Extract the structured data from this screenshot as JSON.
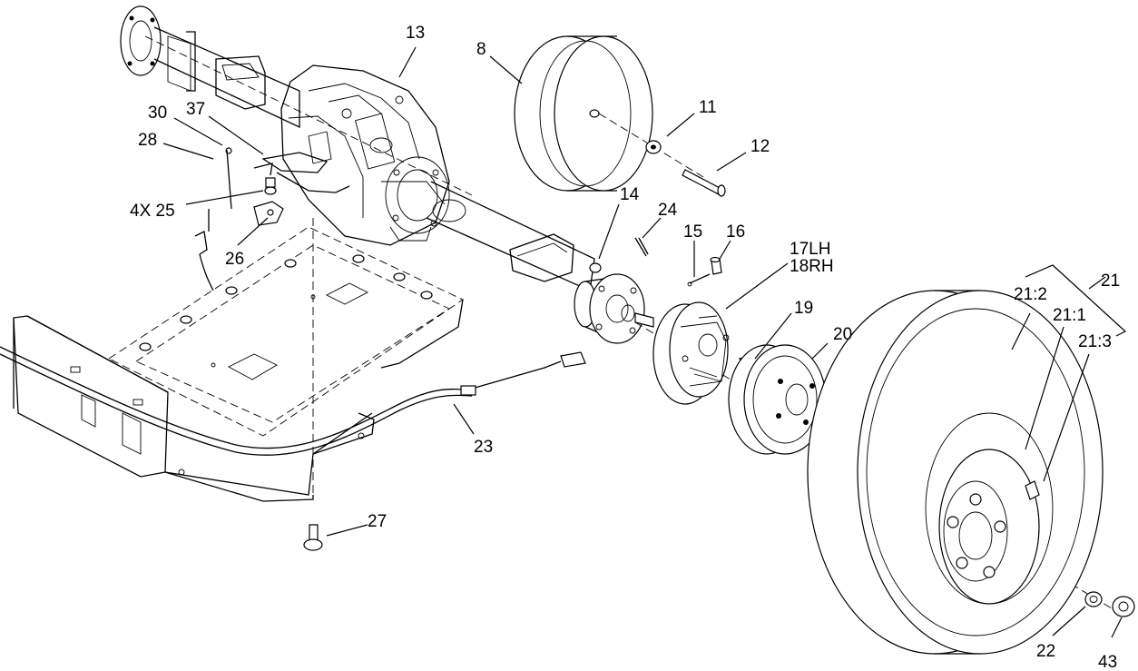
{
  "callouts": {
    "c13": "13",
    "c8": "8",
    "c11": "11",
    "c12": "12",
    "c30": "30",
    "c37": "37",
    "c28": "28",
    "c4x25": "4X 25",
    "c26": "26",
    "c14": "14",
    "c24": "24",
    "c15": "15",
    "c16": "16",
    "c17lh": "17LH",
    "c18rh": "18RH",
    "c19": "19",
    "c20": "20",
    "c21": "21",
    "c21_2": "21:2",
    "c21_1": "21:1",
    "c21_3": "21:3",
    "c23": "23",
    "c27": "27",
    "c22": "22",
    "c43": "43"
  }
}
